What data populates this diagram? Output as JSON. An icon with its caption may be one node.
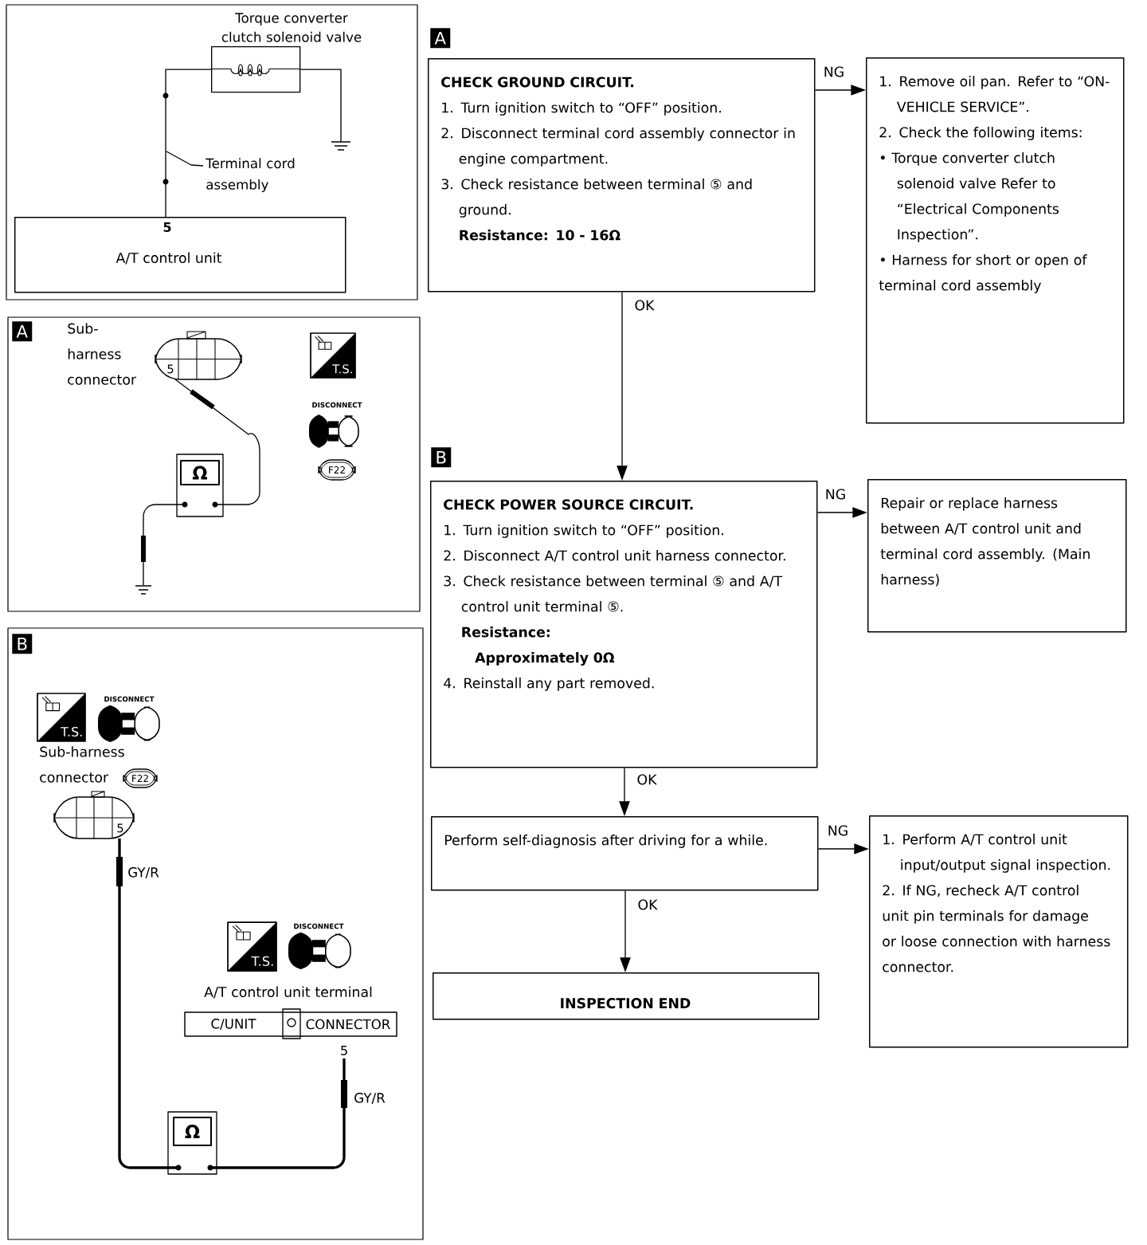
{
  "diagram": {
    "nodes": [
      {
        "text": [
          "CHECK GROUND CIRCUIT.",
          "1. Turn ignition switch to “OFF” position.",
          "2. Disconnect terminal cord assembly connector in engine compartment.",
          "3. Check resistance between terminal ⑤ and ground.",
          "Resistance: 10 - 16Ω"
        ],
        "beside": [
          "A"
        ]
      },
      {
        "text": [
          "1. Remove oil pan. Refer to “ON-VEHICLE SERVICE”.",
          "2. Check the following items:",
          "• Torque converter clutch solenoid valve Refer to “Electrical Components Inspection”.",
          "• Harness for short or open of terminal cord assembly"
        ]
      },
      {
        "text": [
          "CHECK POWER SOURCE CIRCUIT.",
          "1. Turn ignition switch to “OFF” position.",
          "2. Disconnect A/T control unit harness connector.",
          "3. Check resistance between terminal ⑤ and A/T control unit terminal ⑤.",
          "Resistance:",
          "Approximately 0Ω",
          "4. Reinstall any part removed."
        ],
        "beside": [
          "B"
        ]
      },
      {
        "text": [
          "Repair or replace harness between A/T control unit and terminal cord assembly. (Main harness)"
        ]
      },
      {
        "text": [
          "Perform self-diagnosis after driving for a while."
        ]
      },
      {
        "text": [
          "1. Perform A/T control unit input/output signal inspection.",
          "2. If NG, recheck A/T control unit pin terminals for damage or loose connection with harness connector."
        ]
      },
      {
        "text": [
          "INSPECTION END"
        ]
      },
      {
        "text": [
          "Torque converter clutch solenoid valve"
        ]
      },
      {
        "text": [
          "5",
          "A/T control unit"
        ]
      },
      {
        "text": [
          "Terminal cord assembly"
        ]
      },
      {
        "text": [],
        "shape": "ground"
      }
    ],
    "edges": [
      {
        "from": 0,
        "to": 1,
        "arrow": "to",
        "label": "NG"
      },
      {
        "from": 0,
        "to": 2,
        "arrow": "to",
        "label": "OK"
      },
      {
        "from": 2,
        "to": 3,
        "arrow": "to",
        "label": "NG"
      },
      {
        "from": 2,
        "to": 4,
        "arrow": "to",
        "label": "OK"
      },
      {
        "from": 4,
        "to": 5,
        "arrow": "to",
        "label": "NG"
      },
      {
        "from": 4,
        "to": 6,
        "arrow": "to",
        "label": "OK"
      },
      {
        "from": 7,
        "to": 8,
        "arrow": "none"
      },
      {
        "from": 9,
        "to": null,
        "arrow": "none"
      },
      {
        "from": 7,
        "to": 10,
        "arrow": "none"
      }
    ],
    "labels": [
      "A",
      "Sub-harness connector",
      "5",
      "T.S.",
      "DISCONNECT",
      "F22",
      "Ω",
      "B",
      "T.S.",
      "DISCONNECT",
      "Sub-harness connector",
      "F22",
      "5",
      "GY/R",
      "T.S.",
      "DISCONNECT",
      "A/T control unit terminal",
      "C/UNIT",
      "CONNECTOR",
      "5",
      "GY/R",
      "Ω"
    ]
  }
}
